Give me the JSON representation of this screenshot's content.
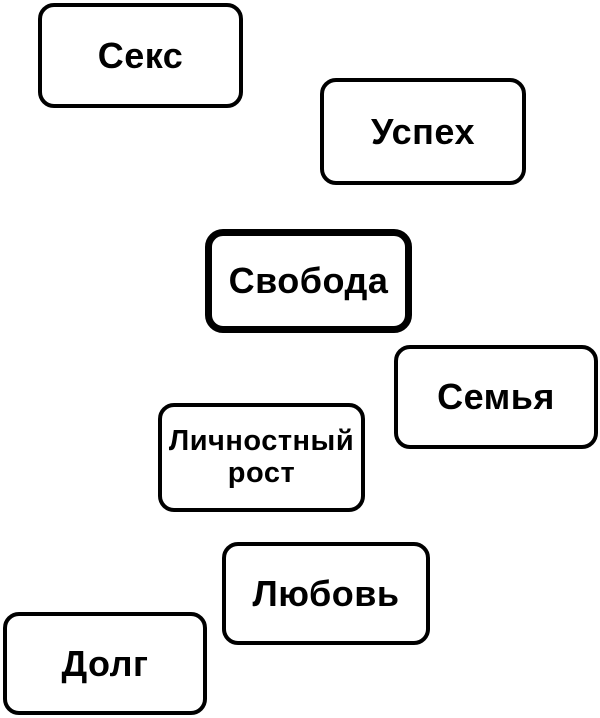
{
  "diagram": {
    "description_type": "values-cards-diagram",
    "nodes": [
      {
        "id": "seks",
        "label": "Секс",
        "emphasized": false
      },
      {
        "id": "uspekh",
        "label": "Успех",
        "emphasized": false
      },
      {
        "id": "svoboda",
        "label": "Свобода",
        "emphasized": true
      },
      {
        "id": "semya",
        "label": "Семья",
        "emphasized": false
      },
      {
        "id": "rost",
        "label": "Личностный рост",
        "emphasized": false
      },
      {
        "id": "lyubov",
        "label": "Любовь",
        "emphasized": false
      },
      {
        "id": "dolg",
        "label": "Долг",
        "emphasized": false
      }
    ],
    "colors": {
      "background": "#ffffff",
      "card_fill": "#ffffff",
      "card_border": "#000000",
      "text": "#000000"
    }
  }
}
